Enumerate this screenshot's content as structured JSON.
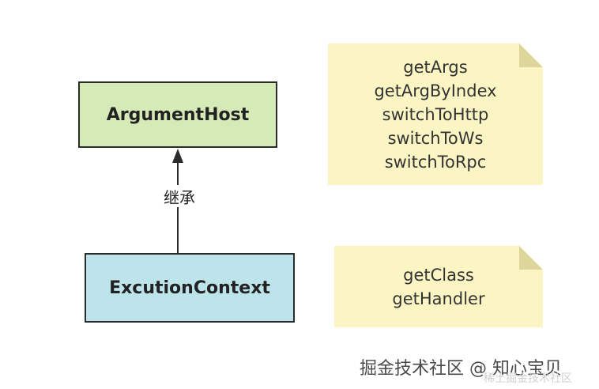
{
  "colors": {
    "argument_box_fill": "#d5eab6",
    "execution_box_fill": "#bde4ea",
    "note_fill": "#fbf5c4",
    "line": "#2b2b2b"
  },
  "diagram": {
    "parent_class": "ArgumentHost",
    "child_class": "ExcutionContext",
    "relationship_label": "继承",
    "parent_methods": [
      "getArgs",
      "getArgByIndex",
      "switchToHttp",
      "switchToWs",
      "switchToRpc"
    ],
    "child_methods": [
      "getClass",
      "getHandler"
    ]
  },
  "watermark": {
    "text": "掘金技术社区 @ 知心宝贝",
    "ghost_text": "稀土掘金技术社区"
  },
  "icons": {
    "inheritance_arrow": "arrow-up-icon"
  }
}
